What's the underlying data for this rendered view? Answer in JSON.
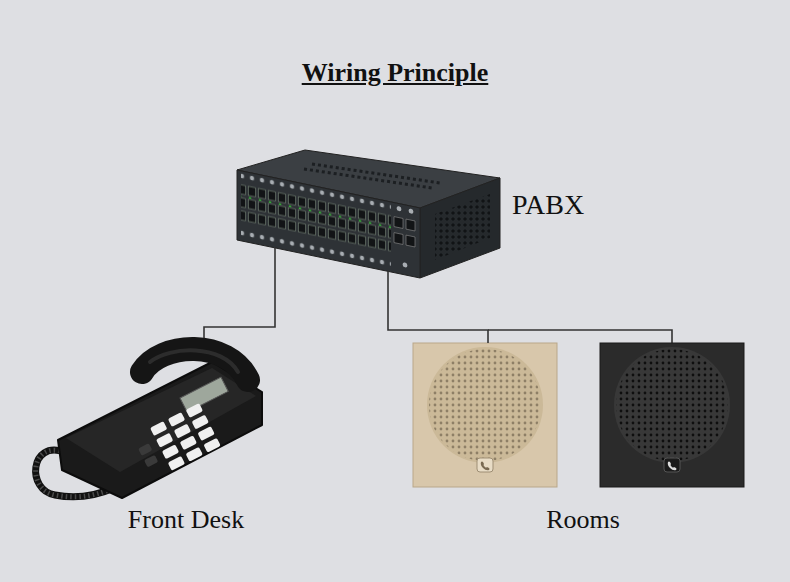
{
  "diagram": {
    "title": "Wiring Principle",
    "nodes": [
      {
        "text": [
          "PABX"
        ]
      },
      {
        "text": [
          "Front Desk"
        ]
      },
      {
        "text": [
          "Rooms"
        ]
      }
    ],
    "edges": [
      {
        "from": 0,
        "to": 1,
        "arrow": "none"
      },
      {
        "from": 0,
        "to": 2,
        "arrow": "none"
      }
    ]
  }
}
